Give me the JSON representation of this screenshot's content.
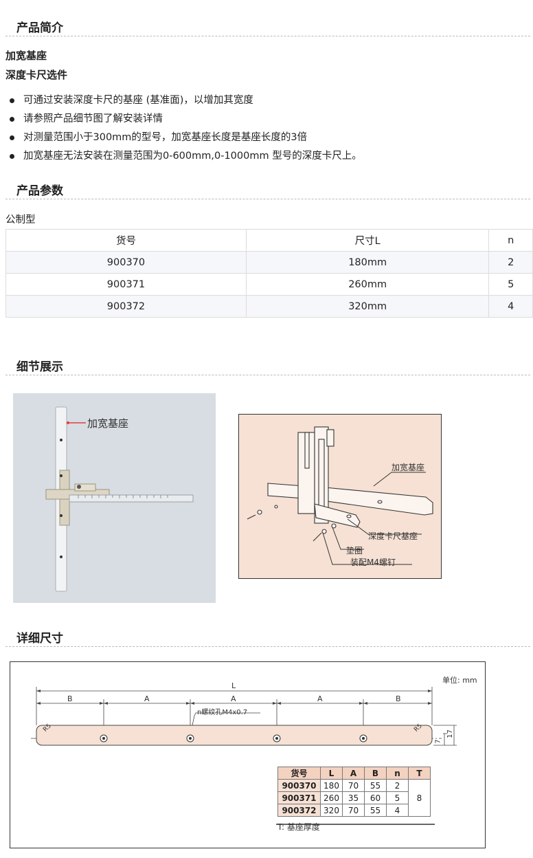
{
  "sections": {
    "intro": "产品简介",
    "params": "产品参数",
    "detail": "细节展示",
    "dims": "详细尺寸"
  },
  "intro": {
    "line1": "加宽基座",
    "line2": "深度卡尺选件",
    "bullets": [
      "可通过安装深度卡尺的基座 (基准面)，以增加其宽度",
      "请参照产品细节图了解安装详情",
      "对测量范围小于300mm的型号，加宽基座长度是基座长度的3倍",
      "加宽基座无法安装在测量范围为0-600mm,0-1000mm 型号的深度卡尺上。"
    ]
  },
  "params": {
    "type_label": "公制型",
    "headers": [
      "货号",
      "尺寸L",
      "n"
    ],
    "rows": [
      [
        "900370",
        "180mm",
        "2"
      ],
      [
        "900371",
        "260mm",
        "5"
      ],
      [
        "900372",
        "320mm",
        "4"
      ]
    ]
  },
  "detail": {
    "photo_label": "加宽基座",
    "sketch_labels": {
      "base": "加宽基座",
      "caliper_base": "深度卡尺基座",
      "washer": "垫圈",
      "screw": "装配M4螺钉"
    }
  },
  "drawing": {
    "unit": "单位: mm",
    "L": "L",
    "A": "A",
    "B": "B",
    "hole": "n螺纹孔M4x0.7",
    "r5": "R5",
    "t7": "7",
    "t17": "17",
    "table_headers": [
      "货号",
      "L",
      "A",
      "B",
      "n",
      "T"
    ],
    "table_rows": [
      [
        "900370",
        "180",
        "70",
        "55",
        "2"
      ],
      [
        "900371",
        "260",
        "35",
        "60",
        "5"
      ],
      [
        "900372",
        "320",
        "70",
        "55",
        "4"
      ]
    ],
    "T_value": "8",
    "note": "T: 基座厚度"
  },
  "colors": {
    "photo_bg": "#d7dde2",
    "sketch_bg": "#f6e1d4",
    "table_header": "#f4d2c0"
  }
}
